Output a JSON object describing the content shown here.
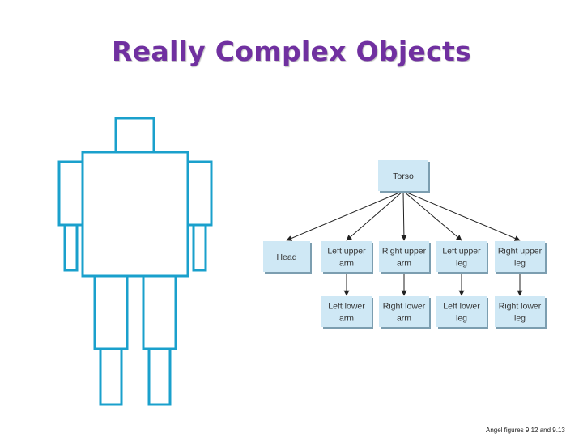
{
  "title": "Really Complex Objects",
  "caption": "Angel figures 9.12 and 9.13",
  "colors": {
    "title": "#7030a0",
    "robot_stroke": "#1aa0cc",
    "node_fill": "#cfe8f5",
    "node_shadow": "#7c9eb0",
    "edge": "#222222"
  },
  "robot_parts": [
    {
      "id": "head",
      "name": "Head"
    },
    {
      "id": "torso",
      "name": "Torso"
    },
    {
      "id": "left-upper-arm",
      "name": "Left upper arm"
    },
    {
      "id": "right-upper-arm",
      "name": "Right upper arm"
    },
    {
      "id": "left-lower-arm",
      "name": "Left lower arm"
    },
    {
      "id": "right-lower-arm",
      "name": "Right lower arm"
    },
    {
      "id": "left-upper-leg",
      "name": "Left upper leg"
    },
    {
      "id": "right-upper-leg",
      "name": "Right upper leg"
    },
    {
      "id": "left-lower-leg",
      "name": "Left lower leg"
    },
    {
      "id": "right-lower-leg",
      "name": "Right lower leg"
    }
  ],
  "tree": {
    "nodes": [
      {
        "id": "torso",
        "lines": [
          "Torso"
        ]
      },
      {
        "id": "head",
        "lines": [
          "Head"
        ]
      },
      {
        "id": "lua",
        "lines": [
          "Left upper",
          "arm"
        ]
      },
      {
        "id": "rua",
        "lines": [
          "Right upper",
          "arm"
        ]
      },
      {
        "id": "lul",
        "lines": [
          "Left upper",
          "leg"
        ]
      },
      {
        "id": "rul",
        "lines": [
          "Right upper",
          "leg"
        ]
      },
      {
        "id": "lla",
        "lines": [
          "Left lower",
          "arm"
        ]
      },
      {
        "id": "rla",
        "lines": [
          "Right lower",
          "arm"
        ]
      },
      {
        "id": "lll",
        "lines": [
          "Left lower",
          "leg"
        ]
      },
      {
        "id": "rll",
        "lines": [
          "Right lower",
          "leg"
        ]
      }
    ],
    "edges": [
      {
        "from": "torso",
        "to": "head"
      },
      {
        "from": "torso",
        "to": "lua"
      },
      {
        "from": "torso",
        "to": "rua"
      },
      {
        "from": "torso",
        "to": "lul"
      },
      {
        "from": "torso",
        "to": "rul"
      },
      {
        "from": "lua",
        "to": "lla"
      },
      {
        "from": "rua",
        "to": "rla"
      },
      {
        "from": "lul",
        "to": "lll"
      },
      {
        "from": "rul",
        "to": "rll"
      }
    ]
  }
}
